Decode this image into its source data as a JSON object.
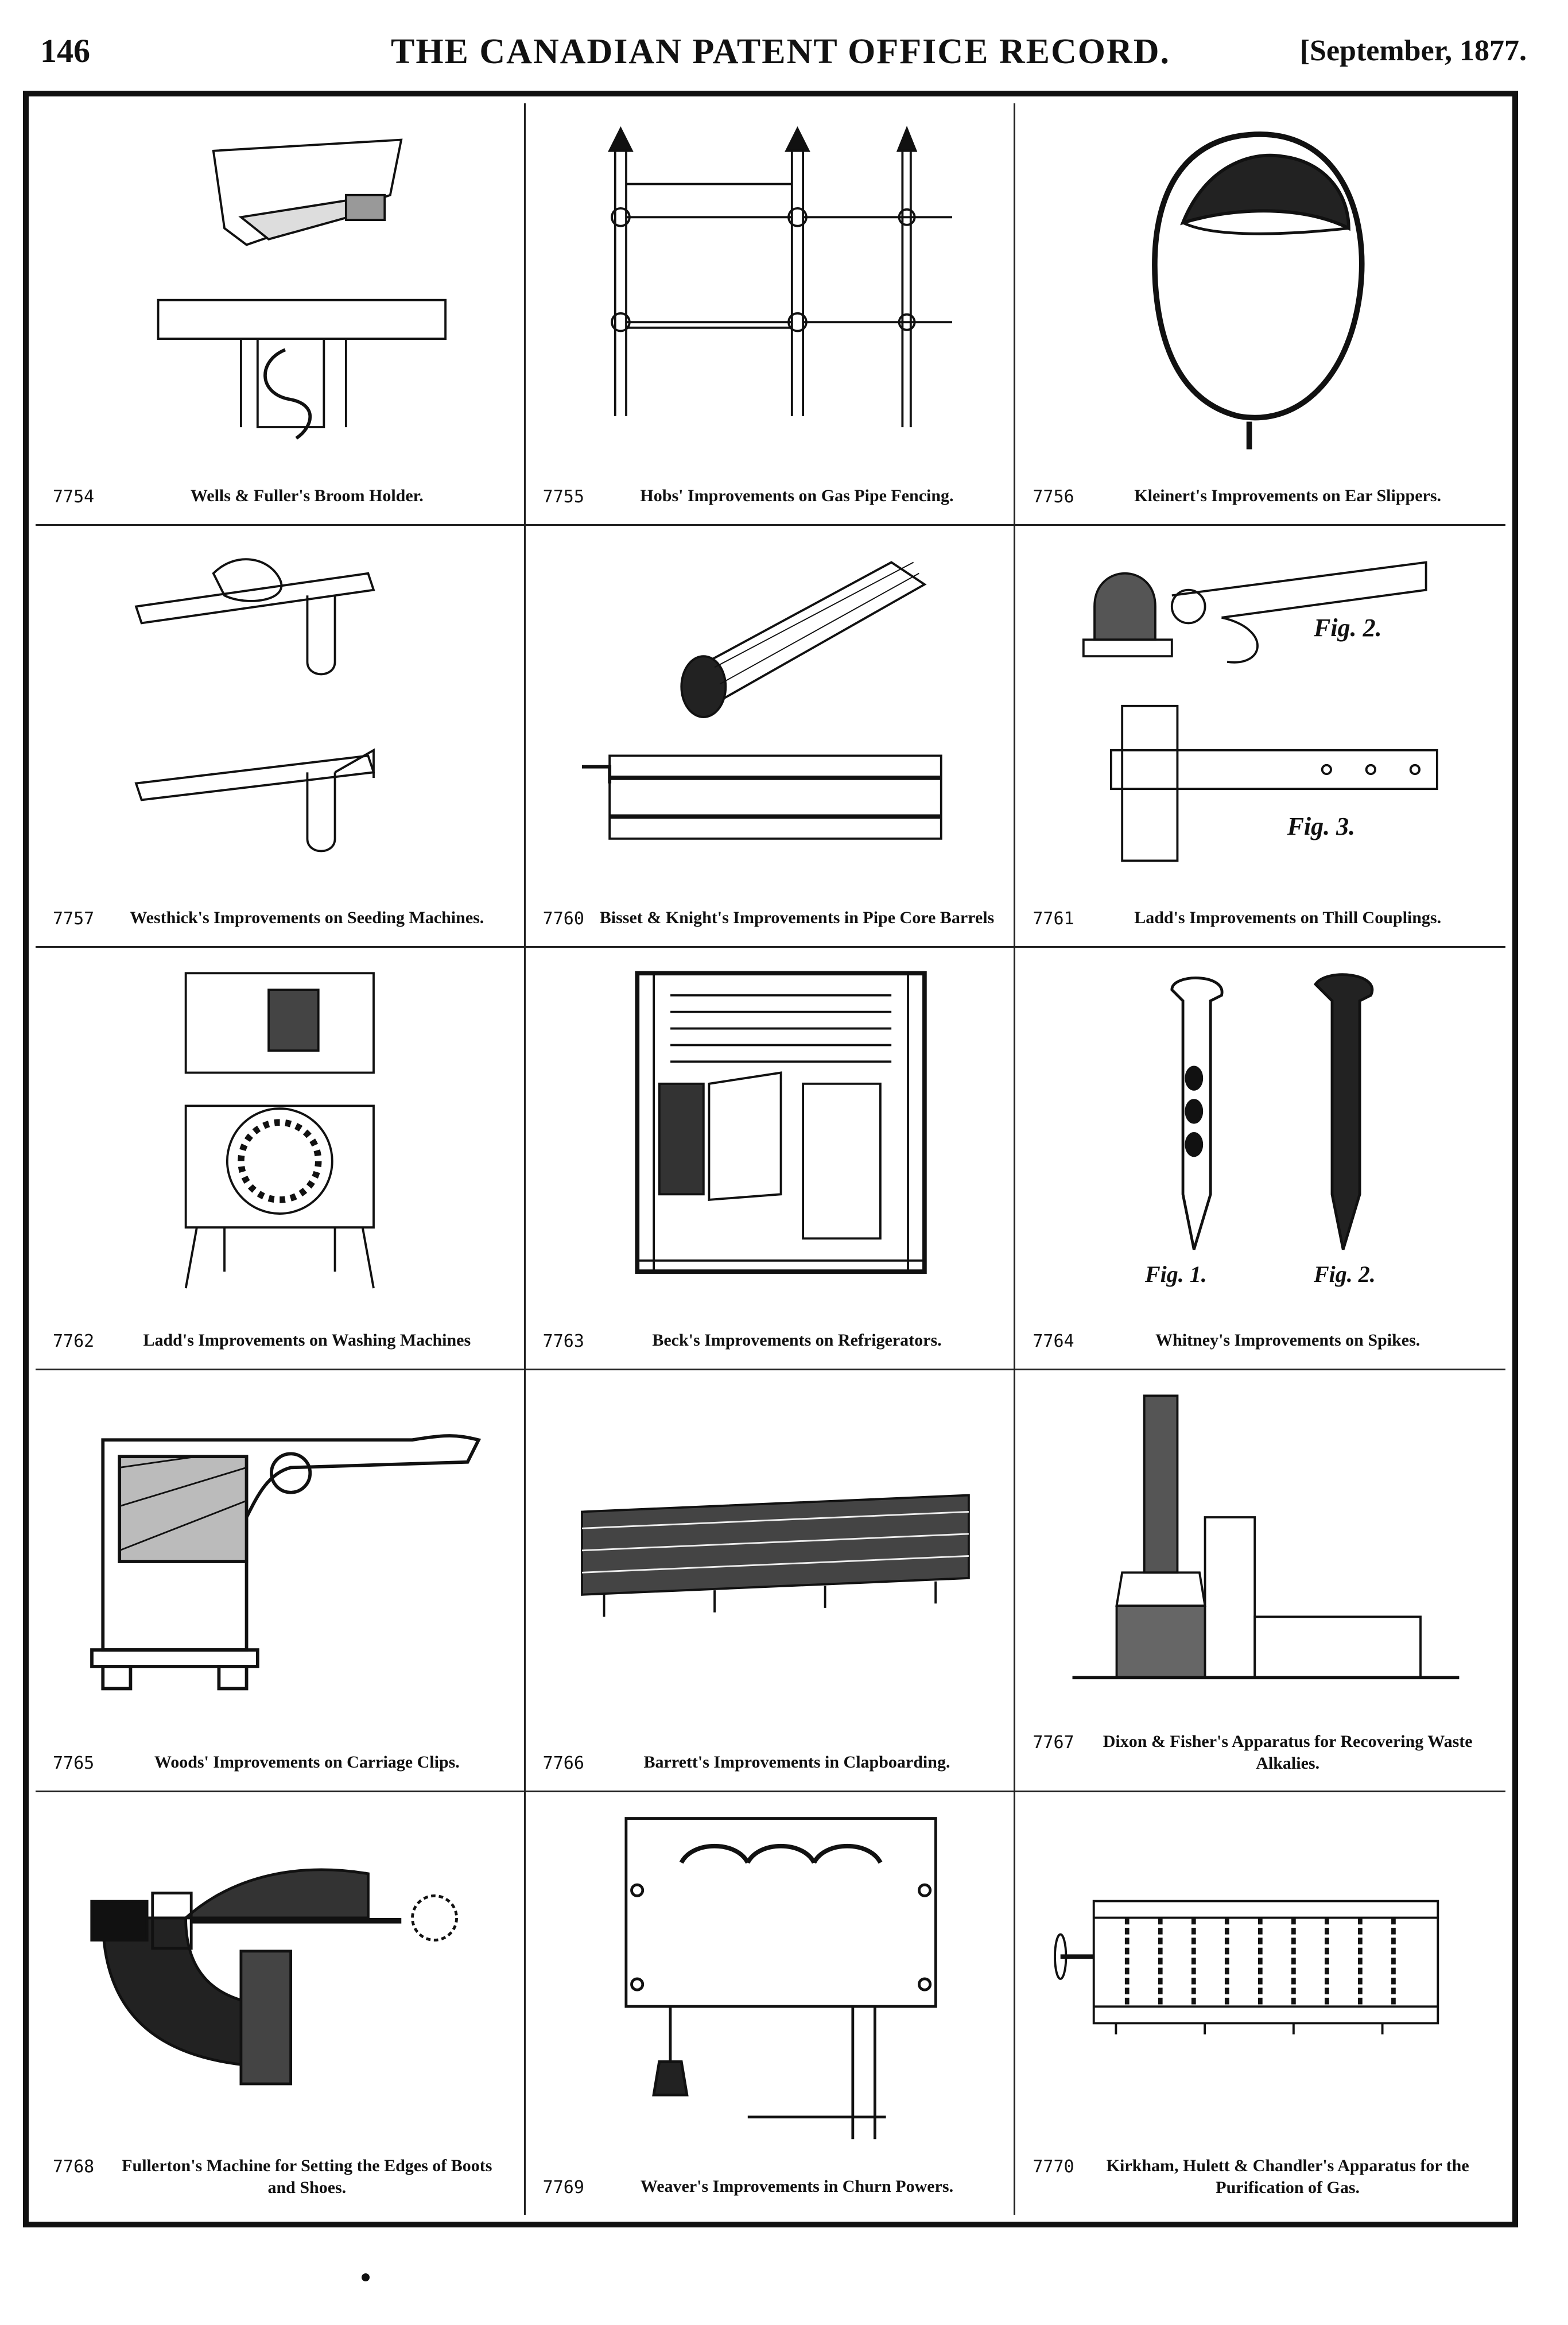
{
  "header": {
    "page_number": "146",
    "title": "THE CANADIAN PATENT OFFICE RECORD.",
    "date": "[September, 1877."
  },
  "patents": [
    {
      "number": "7754",
      "title": "Wells & Fuller's Broom Holder."
    },
    {
      "number": "7755",
      "title": "Hobs' Improvements on Gas Pipe Fencing."
    },
    {
      "number": "7756",
      "title": "Kleinert's Improvements on Ear Slippers."
    },
    {
      "number": "7757",
      "title": "Westhick's Improvements on Seeding Machines."
    },
    {
      "number": "7760",
      "title": "Bisset & Knight's Improvements in Pipe Core Barrels"
    },
    {
      "number": "7761",
      "title": "Ladd's Improvements on Thill Couplings."
    },
    {
      "number": "7762",
      "title": "Ladd's Improvements on Washing Machines"
    },
    {
      "number": "7763",
      "title": "Beck's Improvements on Refrigerators."
    },
    {
      "number": "7764",
      "title": "Whitney's Improvements on Spikes."
    },
    {
      "number": "7765",
      "title": "Woods' Improvements on Carriage Clips."
    },
    {
      "number": "7766",
      "title": "Barrett's Improvements in Clapboarding."
    },
    {
      "number": "7767",
      "title": "Dixon & Fisher's Apparatus for Recovering Waste Alkalies."
    },
    {
      "number": "7768",
      "title": "Fullerton's Machine for Setting the Edges of Boots and Shoes."
    },
    {
      "number": "7769",
      "title": "Weaver's Improvements in Churn Powers."
    },
    {
      "number": "7770",
      "title": "Kirkham, Hulett & Chandler's Apparatus for the Purification of Gas."
    }
  ],
  "figure_labels": {
    "fig2": "Fig. 2.",
    "fig3": "Fig. 3.",
    "fig1_spike": "Fig. 1.",
    "fig2_spike": "Fig. 2."
  }
}
